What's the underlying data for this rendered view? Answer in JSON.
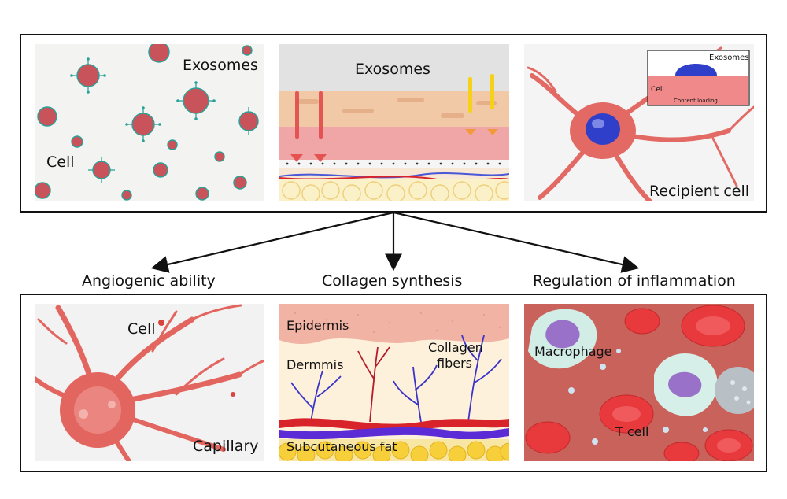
{
  "top_panels": {
    "exosome_release": {
      "exosomes": "Exosomes",
      "cell": "Cell"
    },
    "skin_delivery": {
      "exosomes": "Exosomes"
    },
    "recipient": {
      "recipient_cell": "Recipient cell",
      "inset_exosomes": "Exosomes",
      "inset_cell": "Cell",
      "inset_content_loading": "Content loading"
    }
  },
  "headings": {
    "angiogenic": "Angiogenic ability",
    "collagen": "Collagen synthesis",
    "inflammation": "Regulation of inflammation"
  },
  "bottom_panels": {
    "angiogenic": {
      "cell": "Cell",
      "capillary": "Capillary"
    },
    "collagen": {
      "epidermis": "Epidermis",
      "dermis": "Dermmis",
      "collagen_fibers_line1": "Collagen",
      "collagen_fibers_line2": "fibers",
      "subcutaneous_fat": "Subcutaneous fat"
    },
    "inflammation": {
      "macrophage": "Macrophage",
      "t_cell": "T cell"
    }
  },
  "colors": {
    "frame": "#111111",
    "exosome": "#c8535b",
    "exosome_spike": "#2aa198",
    "skin": "#f2c9a6",
    "artery": "#d8232a",
    "vein": "#5b2bd6",
    "fat": "#f6cf3a",
    "nucleus": "#2f3fc9"
  }
}
